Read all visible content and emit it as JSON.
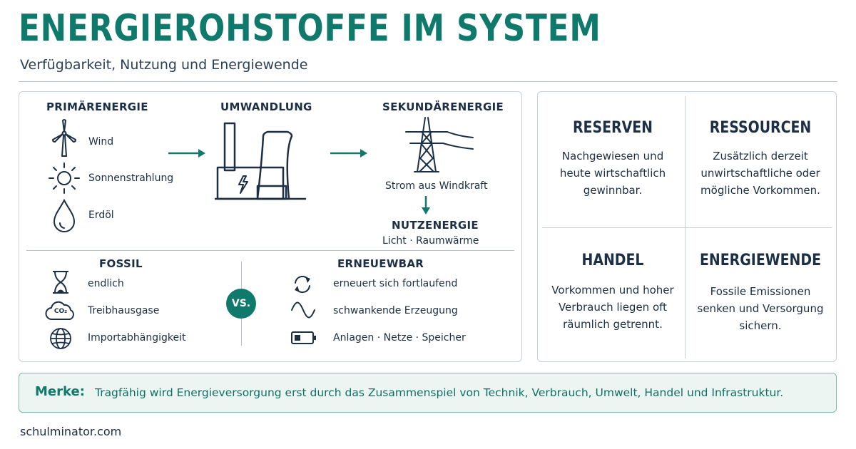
{
  "title": "ENERGIEROHSTOFFE IM SYSTEM",
  "subtitle": "Verfügbarkeit, Nutzung und Energiewende",
  "flow": {
    "primary_heading": "PRIMÄRENERGIE",
    "primary_items": [
      "Wind",
      "Sonnenstrahlung",
      "Erdöl"
    ],
    "conversion_heading": "UMWANDLUNG",
    "secondary_heading": "SEKUNDÄRENERGIE",
    "secondary_caption": "Strom aus Windkraft",
    "useful_heading": "NUTZENERGIE",
    "useful_caption": "Licht · Raumwärme"
  },
  "comparison": {
    "fossil_heading": "FOSSIL",
    "fossil_items": [
      "endlich",
      "Treibhausgase",
      "Importabhängigkeit"
    ],
    "vs_label": "VS.",
    "renewable_heading": "ERNEUEWBAR",
    "renewable_items": [
      "erneuert sich fortlaufend",
      "schwankende Erzeugung",
      "Anlagen · Netze · Speicher"
    ],
    "co2_label": "CO₂"
  },
  "quadrants": [
    {
      "title": "RESERVEN",
      "lines": [
        "Nachgewiesen und",
        "heute wirtschaftlich",
        "gewinnbar."
      ]
    },
    {
      "title": "RESSOURCEN",
      "lines": [
        "Zusätzlich derzeit",
        "unwirtschaftliche oder",
        "mögliche Vorkommen."
      ]
    },
    {
      "title": "HANDEL",
      "lines": [
        "Vorkommen und hoher",
        "Verbrauch liegen oft",
        "räumlich getrennt."
      ]
    },
    {
      "title": "ENERGIEWENDE",
      "lines": [
        "Fossile Emissionen",
        "senken und Versorgung",
        "sichern."
      ]
    }
  ],
  "merke": {
    "label": "Merke:",
    "text": "Tragfähig wird Energieversorgung erst durch das Zusammenspiel von Technik, Verbrauch, Umwelt, Handel und Infrastruktur."
  },
  "footer": "schulminator.com",
  "colors": {
    "accent": "#0f7a6c",
    "ink": "#1c2f45",
    "merke_bg": "#ecf5f2"
  }
}
